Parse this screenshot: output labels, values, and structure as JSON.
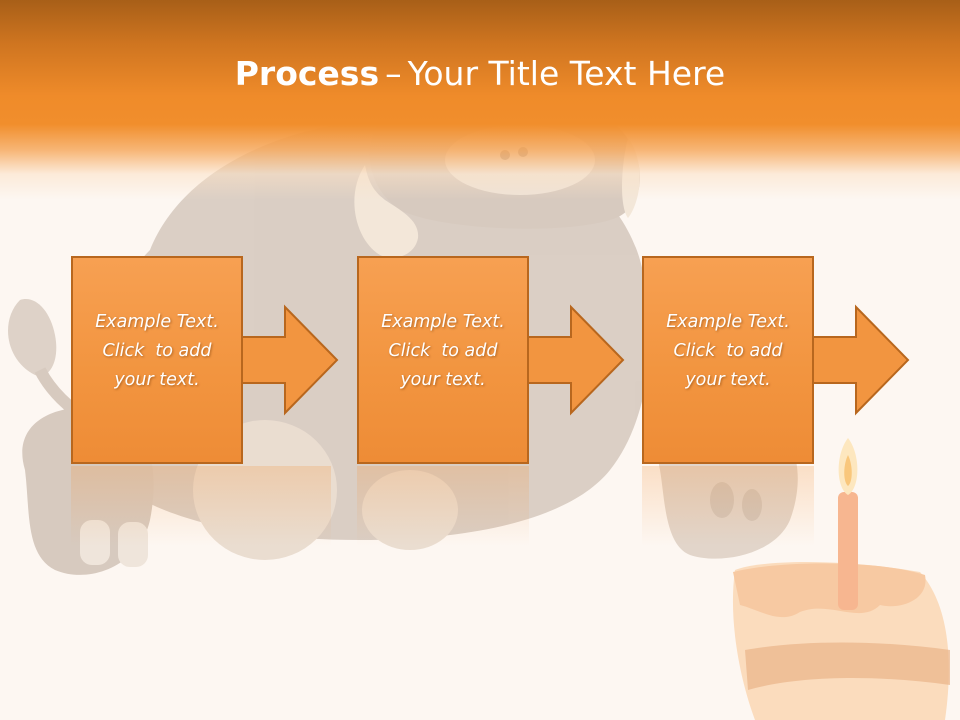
{
  "slide": {
    "title_strong": "Process",
    "title_separator": "–",
    "title_rest": "Your Title Text Here"
  },
  "steps": [
    {
      "line1": "Example Text.",
      "line2": "Click  to add",
      "line3": "your text."
    },
    {
      "line1": "Example Text.",
      "line2": "Click  to add",
      "line3": "your text."
    },
    {
      "line1": "Example Text.",
      "line2": "Click  to add",
      "line3": "your text."
    }
  ],
  "colors": {
    "header_orange": "#f18e2c",
    "box_fill": "#f29540",
    "box_border": "#b8671e",
    "background": "#fdf7f2"
  },
  "decorations": [
    "rhinoceros-illustration",
    "birthday-cake-illustration",
    "candle-flame"
  ]
}
